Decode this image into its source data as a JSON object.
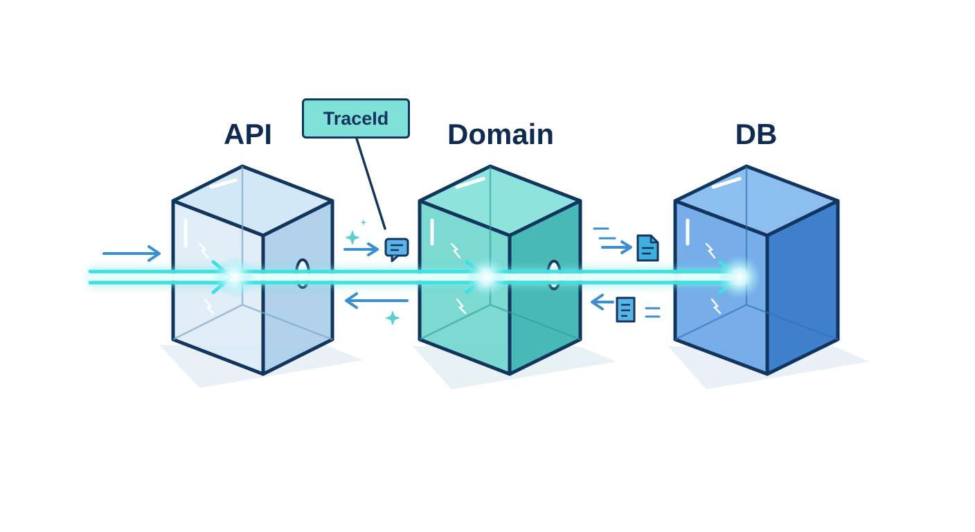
{
  "layers": [
    {
      "label": "API",
      "color": "#bcdcef"
    },
    {
      "label": "Domain",
      "color": "#5fd0c8"
    },
    {
      "label": "DB",
      "color": "#4a8fd8"
    }
  ],
  "trace_tag": {
    "label": "TraceId",
    "color": "#7fe0d8"
  },
  "colors": {
    "outline": "#12355e",
    "flow": "#3ce0e0",
    "secondary_arrow": "#3a8fd0",
    "sparkle": "#5ccfd0"
  },
  "icons": [
    "message-icon",
    "document-icon",
    "document-icon",
    "sparkle-icon"
  ]
}
